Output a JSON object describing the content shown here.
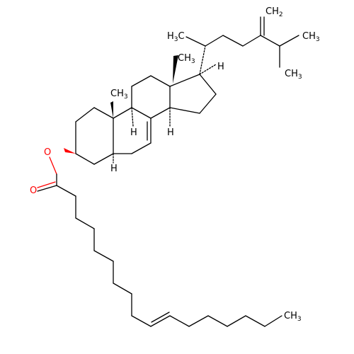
{
  "colors": {
    "bond": "#000000",
    "oxygen": "#ff0000",
    "background": "#ffffff"
  },
  "labels": {
    "ch2": {
      "main": "CH",
      "sub": "2"
    },
    "ch3_top_right": "CH",
    "ch3_top_right_sub": "3",
    "ch3_isopropyl_lower": "CH",
    "ch3_isopropyl_lower_sub": "3",
    "h3c_side_chain": "H",
    "h3c_side_chain_sub": "3",
    "h3c_side_chain_c": "C",
    "ch3_c13": "CH",
    "ch3_c13_sub": "3",
    "ch3_c10": "CH",
    "ch3_c10_sub": "3",
    "h_c17": "H",
    "h_c9": "H",
    "h_c14": "H",
    "h_c5": "H",
    "ester_oxygen": "O",
    "carbonyl_oxygen": "O",
    "ch3_tail": "CH",
    "ch3_tail_sub": "3"
  }
}
